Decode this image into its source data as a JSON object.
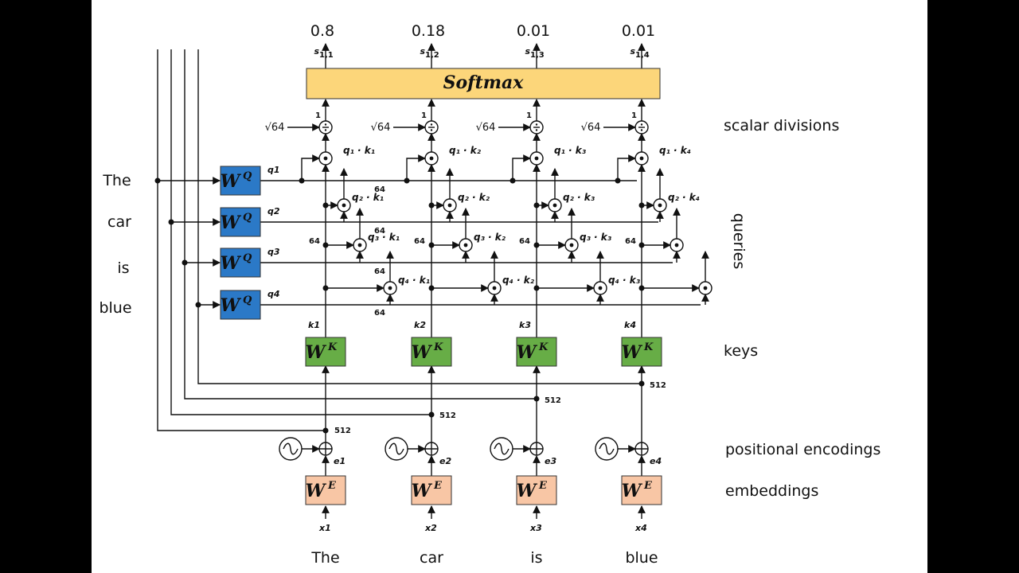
{
  "scores": [
    {
      "value": "0.8",
      "sub": "1,1"
    },
    {
      "value": "0.18",
      "sub": "1,2"
    },
    {
      "value": "0.01",
      "sub": "1,3"
    },
    {
      "value": "0.01",
      "sub": "1,4"
    }
  ],
  "softmax_label": "Softmax",
  "sqrt_label": "√64",
  "one": "1",
  "dim_64": "64",
  "dim_512": "512",
  "input_words": [
    "The",
    "car",
    "is",
    "blue"
  ],
  "right_labels": {
    "scalar": "scalar divisions",
    "queries": "queries",
    "keys": "keys",
    "pos": "positional encodings",
    "emb": "embeddings"
  },
  "products": [
    [
      "q₁ · k₁",
      "q₁ · k₂",
      "q₁ · k₃",
      "q₁ · k₄"
    ],
    [
      "q₂ · k₁",
      "q₂ · k₂",
      "q₂ · k₃",
      "q₂ · k₄"
    ],
    [
      "q₃ · k₁",
      "q₃ · k₂",
      "q₃ · k₃",
      ""
    ],
    [
      "q₄ · k₁",
      "q₄ · k₂",
      "q₄ · k₃",
      ""
    ]
  ],
  "colors": {
    "wq": "#2b79c7",
    "wk": "#67ad46",
    "we": "#f8c6a5",
    "softmax": "#fcd67a"
  },
  "icons": [
    "sine-wave-icon",
    "plus-circle-icon",
    "dot-product-icon",
    "divide-icon"
  ]
}
